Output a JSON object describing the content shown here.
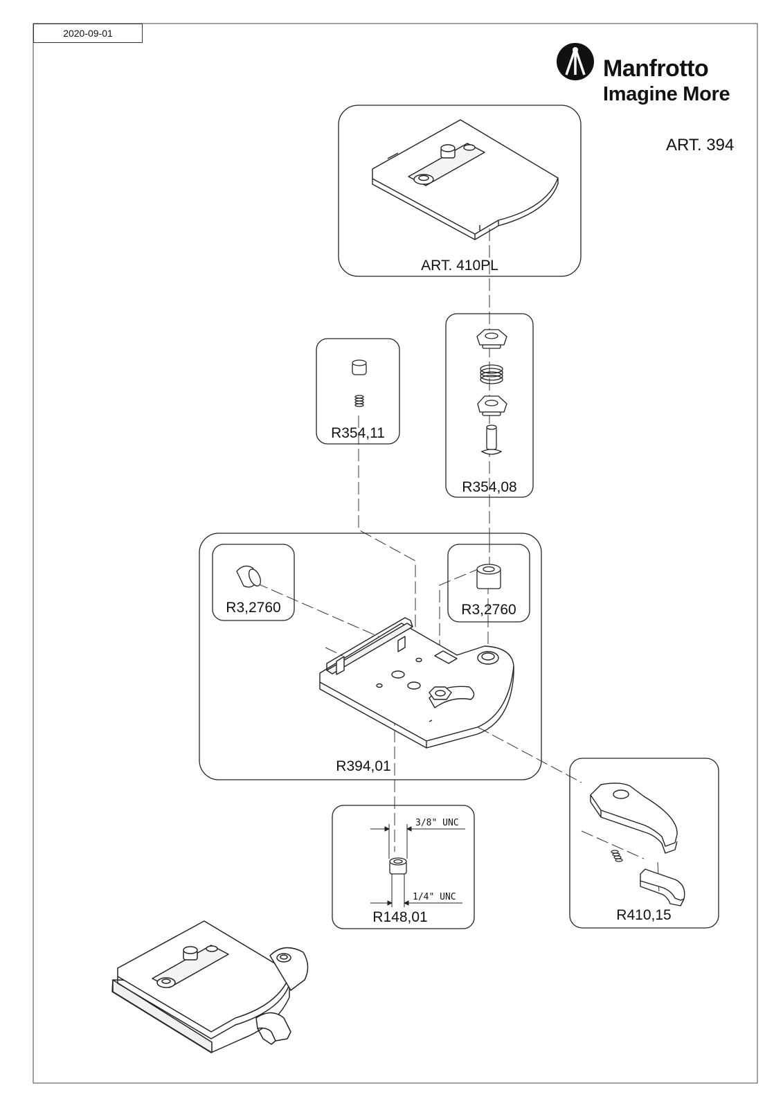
{
  "header": {
    "date": "2020-09-01"
  },
  "brand": {
    "name": "Manfrotto",
    "tagline": "Imagine More"
  },
  "article": "ART. 394",
  "parts": {
    "top_plate": "ART. 410PL",
    "pin_kit": "R354,11",
    "screw_kit": "R354,08",
    "base": "R394,01",
    "bushing_left": "R3,2760",
    "bushing_right": "R3,2760",
    "adapter": "R148,01",
    "lever": "R410,15"
  },
  "threads": {
    "upper": "3/8\" UNC",
    "lower": "1/4\" UNC"
  },
  "colors": {
    "line": "#222222",
    "background": "#ffffff"
  }
}
